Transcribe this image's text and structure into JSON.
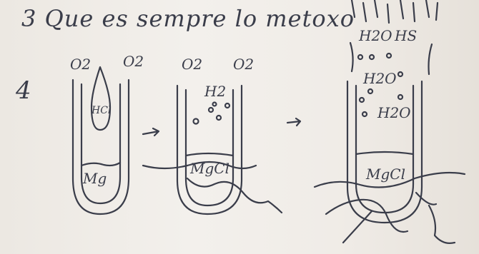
{
  "note": {
    "title": "3 Que es sempre lo metoxo",
    "step": "4"
  },
  "tube1": {
    "gas_left": "O2",
    "gas_right": "O2",
    "drop_label": "HCl",
    "bottom_label": "Mg"
  },
  "tube2": {
    "gas_left": "O2",
    "gas_right": "O2",
    "bubble_label": "H2",
    "bottom_label": "MgCl"
  },
  "tube3": {
    "vapor": [
      "H2O",
      "HS",
      "H2O",
      "H2O"
    ],
    "bottom_label": "MgCl"
  },
  "arrows": [
    "→",
    "→"
  ],
  "colors": {
    "ink": "#3a3d4a",
    "paper": "#f0ece7"
  }
}
